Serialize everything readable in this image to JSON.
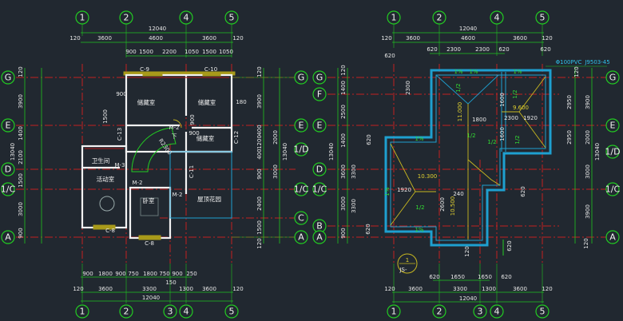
{
  "colors": {
    "background": "#212830",
    "axis": "#c42020",
    "dimension": "#1fc41f",
    "wall": "#f2f2f2",
    "roof_outline": "#1ea0d0",
    "ridge": "#c8b820"
  },
  "left_plan": {
    "axis_top": [
      "1",
      "2",
      "4",
      "5"
    ],
    "axis_bottom": [
      "1",
      "2",
      "3",
      "4",
      "5"
    ],
    "rows_left": [
      "G",
      "E",
      "D",
      "1/C",
      "A"
    ],
    "rows_right": [
      "G",
      "E",
      "1/D",
      "1/C",
      "C",
      "A"
    ],
    "dim_total_top": "12040",
    "dims_top": [
      "120",
      "3600",
      "4600",
      "3600",
      "120"
    ],
    "dims_top_detail": [
      "900",
      "1500",
      "2200",
      "1050",
      "1500",
      "1050"
    ],
    "dims_left": [
      "120",
      "3900",
      "1400",
      "2100",
      "1500",
      "3000",
      "900"
    ],
    "dim_total_left": "13040",
    "dims_right_inner": [
      "120",
      "3900",
      "400",
      "1200",
      "400",
      "900",
      "2400",
      "1500",
      "120"
    ],
    "dims_right_outer": [
      "2000",
      "3000"
    ],
    "dim_total_right": "13040",
    "dims_bottom_detail": [
      "900",
      "1800",
      "900",
      "750",
      "1800",
      "750",
      "900",
      "250"
    ],
    "dim_bottom_small": "150",
    "dims_bottom": [
      "120",
      "3600",
      "3300",
      "1300",
      "3600",
      "120"
    ],
    "dim_total_bottom": "12040",
    "misc_dims": [
      "900",
      "1500",
      "180",
      "900",
      "900"
    ],
    "rooms": [
      "储藏室",
      "储藏室",
      "储藏室",
      "卫生间",
      "活动室",
      "卧室",
      "屋顶花园"
    ],
    "openings": [
      "C-9",
      "C-10",
      "C-11",
      "C-12",
      "C-13",
      "C-8",
      "C-8",
      "M-2",
      "M-2",
      "M-2",
      "M-3",
      "下",
      "R2300"
    ]
  },
  "right_plan": {
    "axis_top": [
      "1",
      "2",
      "4",
      "5"
    ],
    "axis_bottom": [
      "1",
      "2",
      "3",
      "4",
      "5"
    ],
    "rows_left": [
      "G",
      "F",
      "E",
      "D",
      "1/C",
      "B",
      "A"
    ],
    "rows_right": [
      "G",
      "E",
      "1/D",
      "1/C",
      "A"
    ],
    "dim_total_top": "12040",
    "dims_top": [
      "120",
      "3600",
      "4600",
      "3600",
      "120"
    ],
    "dims_top_detail": [
      "620",
      "2300",
      "2300",
      "620",
      "620",
      "620"
    ],
    "dims_left": [
      "120",
      "1400",
      "2500",
      "1400",
      "3600",
      "3000",
      "900"
    ],
    "dim_total_left": "13040",
    "dims_left_inner": [
      "2300",
      "620",
      "3300",
      "3300",
      "620"
    ],
    "dims_right": [
      "120",
      "2950",
      "2950",
      "3900",
      "2000",
      "3000",
      "3900",
      "120"
    ],
    "dim_total_right": "13040",
    "dims_bottom_detail": [
      "620",
      "1650",
      "1650",
      "620"
    ],
    "dims_bottom": [
      "120",
      "3600",
      "3300",
      "1300",
      "3600",
      "120"
    ],
    "dim_total_bottom": "12040",
    "inner_dims": [
      "1800",
      "2300",
      "1920",
      "1920",
      "240",
      "1600",
      "1600",
      "2600",
      "620",
      "620",
      "120"
    ],
    "elevations": [
      "11.000",
      "9.600",
      "10.300",
      "10.500"
    ],
    "slopes": [
      "1/2",
      "1/2",
      "1/2",
      "1/2",
      "1/2",
      "1/2"
    ],
    "gutter_slopes": [
      "1%",
      "1%",
      "1%",
      "1%",
      "1%",
      "1%"
    ],
    "notes": [
      "Φ100PVC",
      "J9503-45"
    ],
    "detail_callout": {
      "number": "1",
      "ref": "JS-"
    }
  }
}
